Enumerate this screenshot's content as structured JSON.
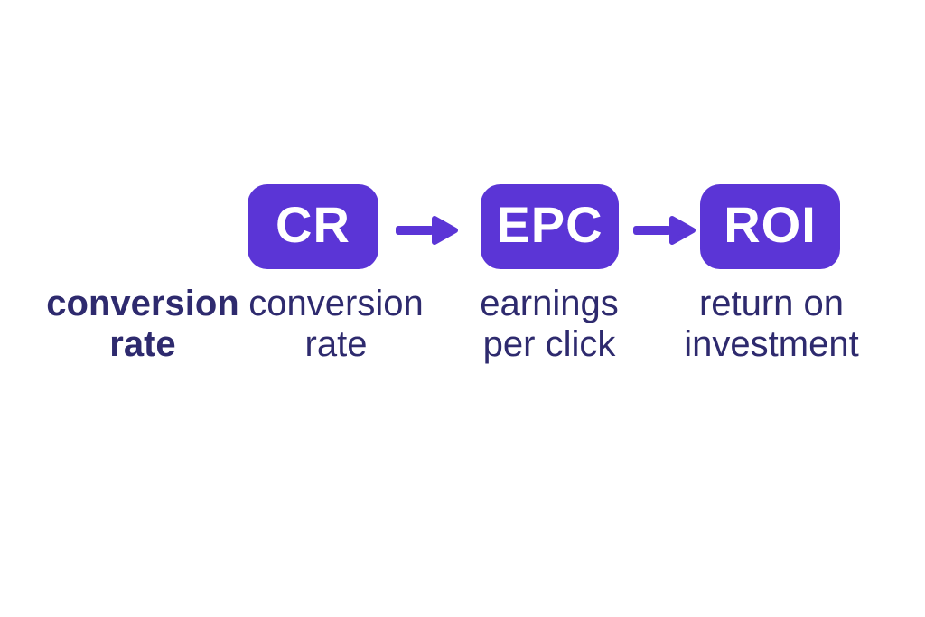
{
  "colors": {
    "background": "#ffffff",
    "accent": "#5b35d6",
    "box_text": "#ffffff",
    "label_text": "#2e2a6e"
  },
  "flow": {
    "intro_term": {
      "line1": "conversion",
      "line2": "rate"
    },
    "steps": [
      {
        "abbr": "CR",
        "definition_line1": "conversion",
        "definition_line2": "rate"
      },
      {
        "abbr": "EPC",
        "definition_line1": "earnings",
        "definition_line2": "per click"
      },
      {
        "abbr": "ROI",
        "definition_line1": "return on",
        "definition_line2": "investment"
      }
    ]
  }
}
